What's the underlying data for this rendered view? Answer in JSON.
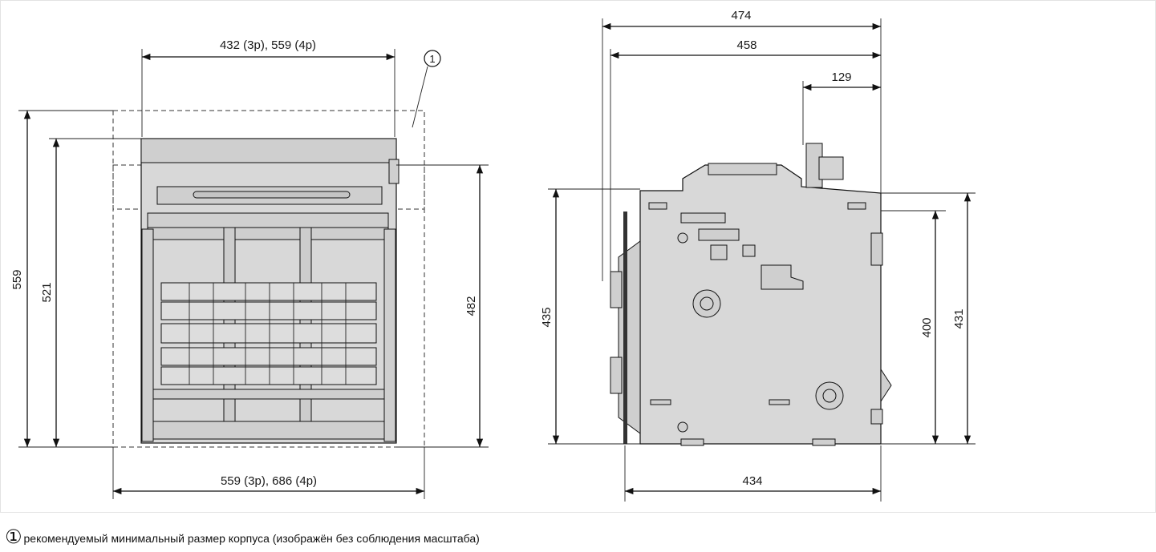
{
  "front_view": {
    "width_top": "432 (3p), 559 (4p)",
    "width_bottom": "559 (3p), 686 (4p)",
    "height_outer": "559",
    "height_inner": "521",
    "height_right": "482",
    "callout": "1"
  },
  "side_view": {
    "depth_total": "474",
    "depth_inner": "458",
    "depth_small": "129",
    "height_left": "435",
    "height_right_inner": "400",
    "height_right_outer": "431",
    "width_bottom": "434"
  },
  "legend": {
    "marker": "①",
    "text": "рекомендуемый минимальный размер корпуса (изображён без соблюдения масштаба)"
  }
}
